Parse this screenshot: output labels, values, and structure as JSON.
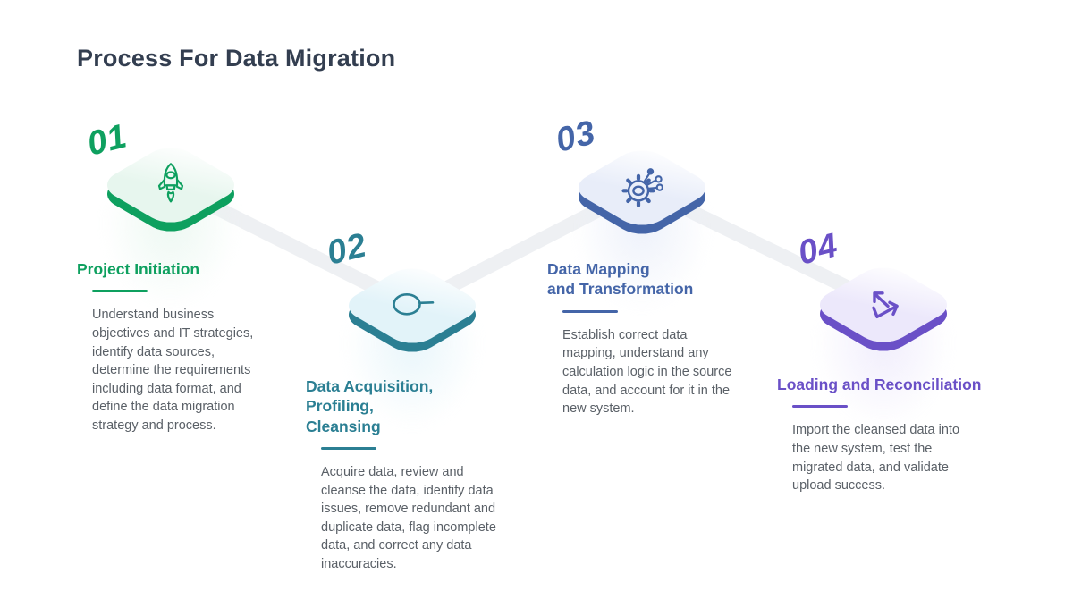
{
  "page": {
    "title": "Process For Data Migration"
  },
  "colors": {
    "title_text": "#333E50",
    "body_text": "#5A6067",
    "connector": "#EEF0F3"
  },
  "steps": [
    {
      "number": "01",
      "title_line1": "Project Initiation",
      "title_line2": "",
      "description": "Understand business objectives and IT strategies, identify data sources, determine the requirements including data format, and define the data migration strategy and process.",
      "icon": "rocket-icon",
      "accent_color": "#0EA05F",
      "face_color": "#E7F6EE"
    },
    {
      "number": "02",
      "title_line1": "Data Acquisition, Profiling,",
      "title_line2": "Cleansing",
      "description": "Acquire data, review and cleanse the data, identify data issues, remove redundant and duplicate data, flag incomplete data, and correct any data inaccuracies.",
      "icon": "magnifier-icon",
      "accent_color": "#2B7F93",
      "face_color": "#E2F3F9"
    },
    {
      "number": "03",
      "title_line1": "Data Mapping",
      "title_line2": "and Transformation",
      "description": "Establish correct data mapping, understand any calculation logic in the source data, and account for it in the new system.",
      "icon": "gear-network-icon",
      "accent_color": "#4465A8",
      "face_color": "#E8EDF9"
    },
    {
      "number": "04",
      "title_line1": "Loading and Reconciliation",
      "title_line2": "",
      "description": "Import the cleansed data into the new system, test the migrated data, and validate upload success.",
      "icon": "transfer-arrows-icon",
      "accent_color": "#6A50C7",
      "face_color": "#ECE8FB"
    }
  ]
}
